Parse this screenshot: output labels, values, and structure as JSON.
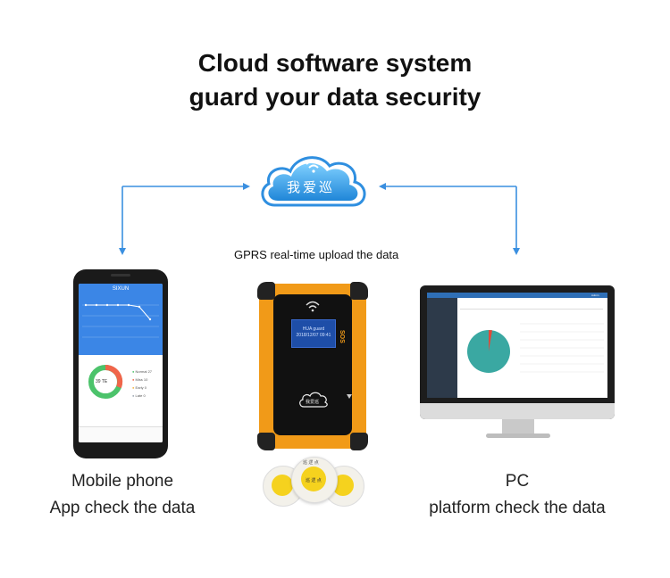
{
  "title": {
    "line1": "Cloud software system",
    "line2": "guard your data security"
  },
  "cloud": {
    "label": "我爱巡"
  },
  "upload_label": "GPRS real-time upload the data",
  "mobile": {
    "caption_line1": "Mobile phone",
    "caption_line2": "App check the data",
    "app_title": "SIXUN",
    "ring_value": "39 TE",
    "legend": [
      "Normal",
      "Miss",
      "Early",
      "Late"
    ],
    "legend_values": [
      "27",
      "10",
      "0",
      "0"
    ]
  },
  "device": {
    "lcd_line1": "HUA guard",
    "lcd_line2": "2018/12/07 09:41",
    "sos": "SOS",
    "cloud_logo": "我爱巡"
  },
  "tags": {
    "top_text": "巡 逻 点",
    "center_text": "巡 逻 点"
  },
  "pc": {
    "caption_line1": "PC",
    "caption_line2": "platform check the data",
    "header_right": "Admin"
  },
  "colors": {
    "accent": "#3a8fe0",
    "cloud": "#3fa3ec",
    "device": "#f19a18",
    "pie_main": "#3aa8a2",
    "pie_slice": "#e04a3a",
    "ring_green": "#4cc36b",
    "ring_red": "#f0654a"
  },
  "icons": [
    "wifi-icon",
    "cloud-icon"
  ]
}
